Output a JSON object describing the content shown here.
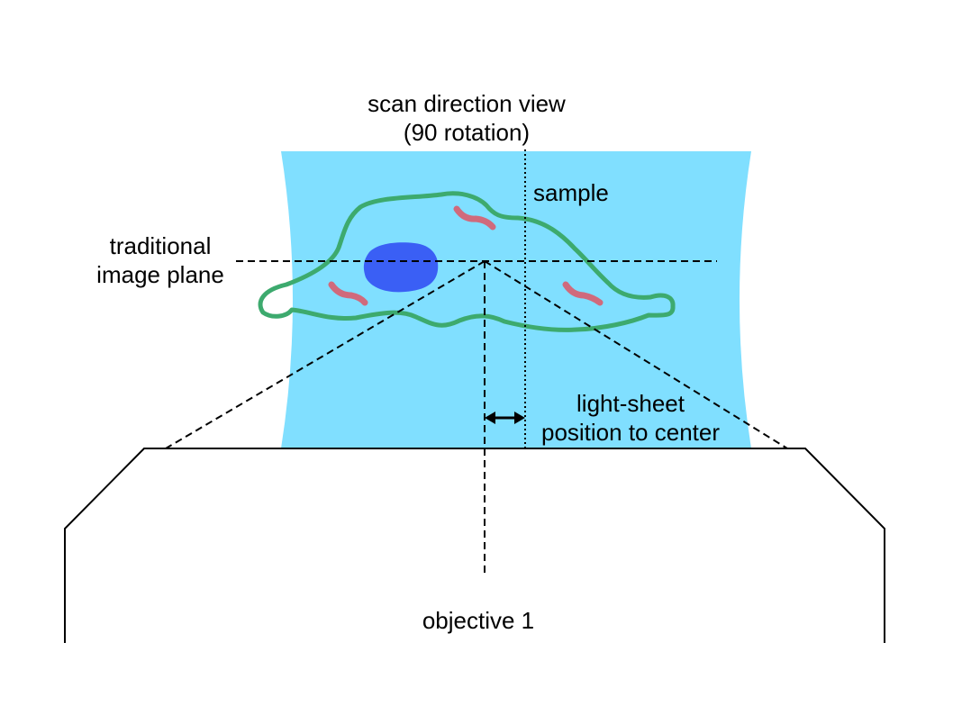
{
  "labels": {
    "title_line1": "scan direction view",
    "title_line2": "(90 rotation)",
    "sample": "sample",
    "image_plane_line1": "traditional",
    "image_plane_line2": "image plane",
    "light_sheet_line1": "light-sheet",
    "light_sheet_line2": "position to center",
    "objective": "objective 1"
  },
  "colors": {
    "sample_medium": "#80dfff",
    "cell_outline": "#3daa6e",
    "nucleus": "#3a5ff5",
    "organelle": "#d06a7c",
    "lines": "#000000"
  }
}
